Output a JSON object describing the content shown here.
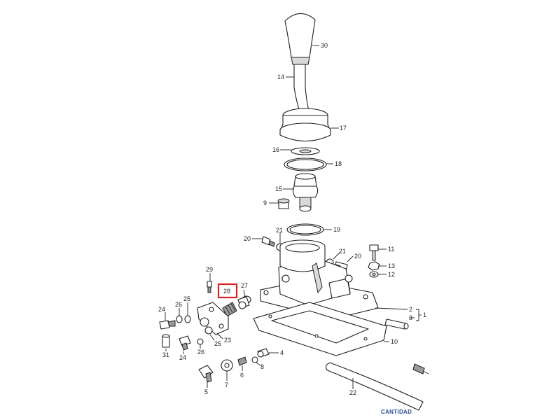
{
  "labels": {
    "l30": "30",
    "l14": "14",
    "l17": "17",
    "l16": "16",
    "l18": "18",
    "l15": "15",
    "l9": "9",
    "l19": "19",
    "l20a": "20",
    "l21a": "21",
    "l21b": "21",
    "l20b": "20",
    "l11": "11",
    "l13": "13",
    "l12": "12",
    "l29": "29",
    "l28": "28",
    "l27": "27",
    "l2": "2",
    "l1": "1",
    "l3": "3",
    "l24a": "24",
    "l26a": "26",
    "l25a": "25",
    "l23": "23",
    "l10": "10",
    "l31": "31",
    "l24b": "24",
    "l26b": "26",
    "l25b": "25",
    "l4": "4",
    "l8": "8",
    "l6": "6",
    "l7": "7",
    "l5": "5",
    "l22": "22"
  },
  "footer": {
    "quantity_label": "CANTIDAD"
  },
  "highlight": {
    "part": "28",
    "color": "#e02020"
  },
  "colors": {
    "line": "#1f1f1f",
    "link": "#2a4d8f"
  }
}
